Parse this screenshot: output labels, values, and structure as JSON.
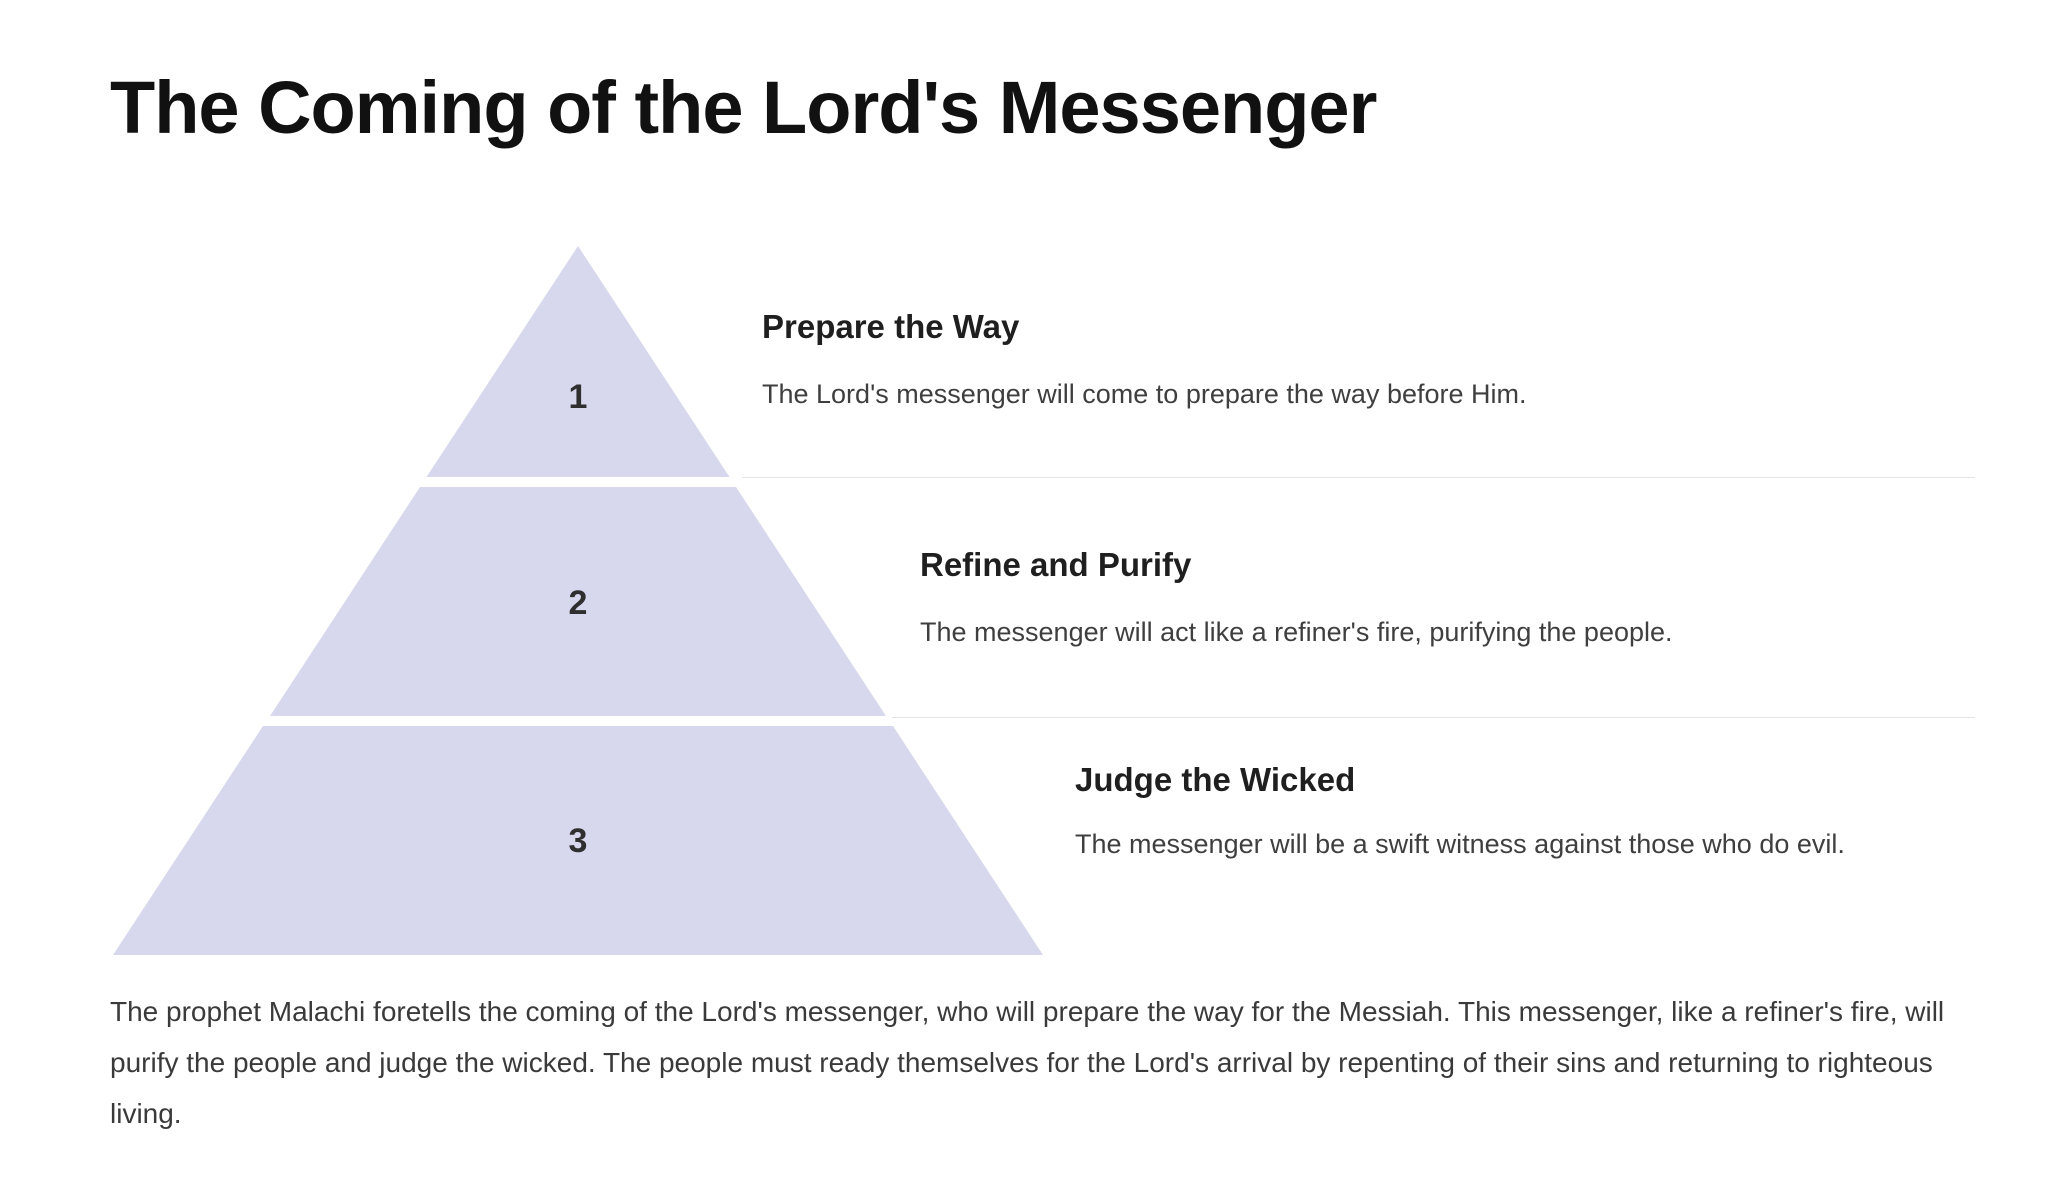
{
  "page": {
    "title": "The Coming of the Lord's Messenger",
    "summary": "The prophet Malachi foretells the coming of the Lord's messenger, who will prepare the way for the Messiah. This messenger, like a refiner's fire, will purify the people and judge the wicked. The people must ready themselves for the Lord's arrival by repenting of their sins and returning to righteous living."
  },
  "colors": {
    "pyramid_fill": "#d7d7ed",
    "pyramid_number": "#2f2f2f",
    "divider": "#e4e4e4"
  },
  "pyramid": {
    "type": "pyramid-diagram",
    "levels": [
      {
        "number": "1",
        "heading": "Prepare the Way",
        "description": "The Lord's messenger will come to prepare the way before Him."
      },
      {
        "number": "2",
        "heading": "Refine and Purify",
        "description": "The messenger will act like a refiner's fire, purifying the people."
      },
      {
        "number": "3",
        "heading": "Judge the Wicked",
        "description": "The messenger will be a swift witness against those who do evil."
      }
    ]
  }
}
